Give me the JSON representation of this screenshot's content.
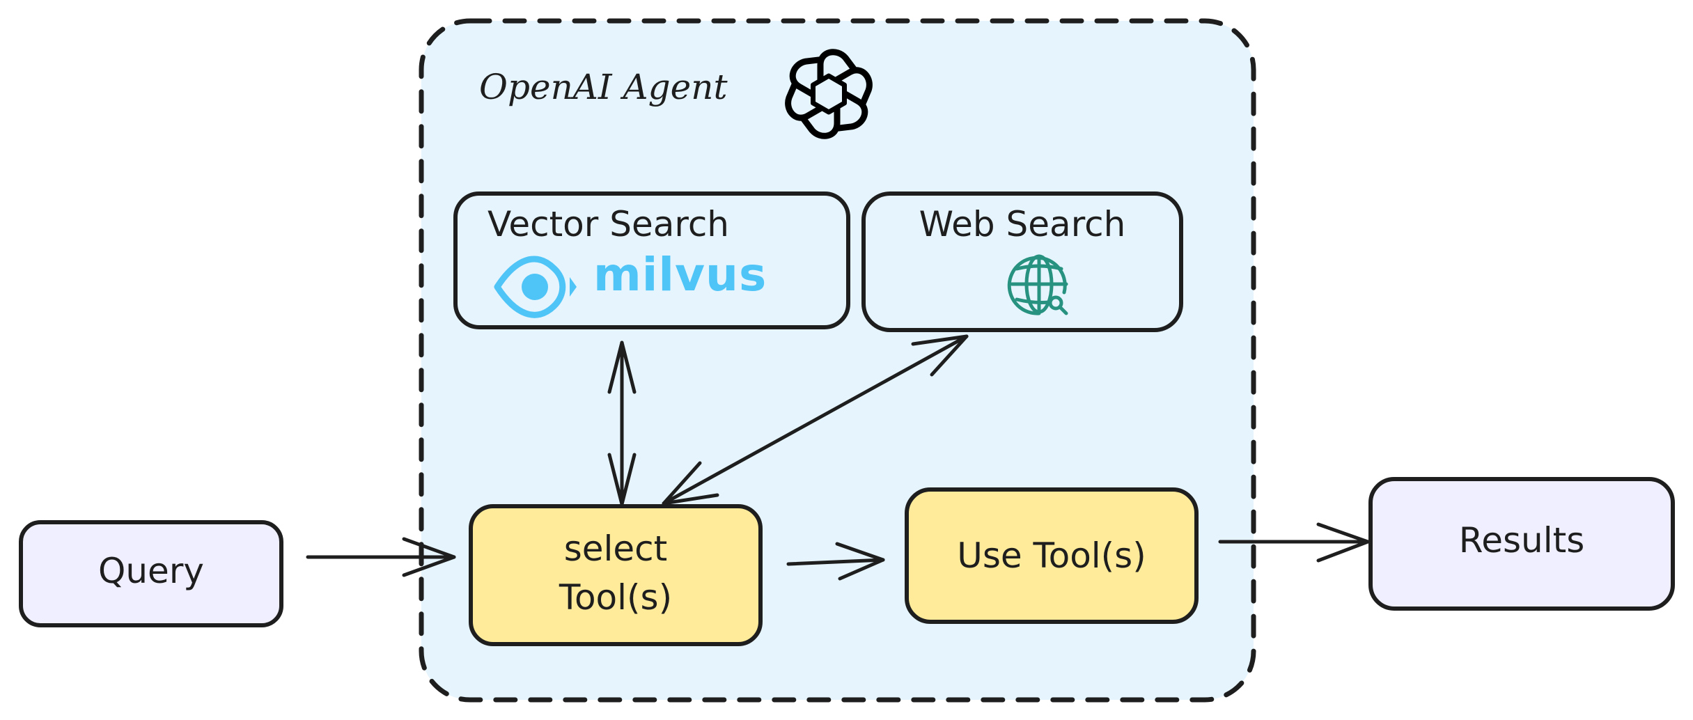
{
  "diagram": {
    "title": "OpenAI Agent",
    "container": {
      "label": "OpenAI Agent",
      "style": "dashed",
      "fill": "#e5f4fd"
    },
    "nodes": {
      "query": {
        "label": "Query",
        "fill": "#efefff"
      },
      "vector_search": {
        "label": "Vector Search",
        "logo_text": "milvus",
        "logo_color": "#4fc4f7",
        "fill": "#e5f4fd"
      },
      "web_search": {
        "label": "Web Search",
        "icon": "globe-search-icon",
        "icon_color": "#289280",
        "fill": "#e5f4fd"
      },
      "select_tools": {
        "label_line1": "select",
        "label_line2": "Tool(s)",
        "fill": "#ffeb99"
      },
      "use_tools": {
        "label": "Use Tool(s)",
        "fill": "#ffeb99"
      },
      "results": {
        "label": "Results",
        "fill": "#efefff"
      }
    },
    "edges": [
      {
        "from": "query",
        "to": "select_tools",
        "direction": "forward"
      },
      {
        "from": "select_tools",
        "to": "vector_search",
        "direction": "both"
      },
      {
        "from": "select_tools",
        "to": "web_search",
        "direction": "both"
      },
      {
        "from": "select_tools",
        "to": "use_tools",
        "direction": "forward"
      },
      {
        "from": "use_tools",
        "to": "results",
        "direction": "forward"
      }
    ],
    "icons": {
      "openai": "openai-logo-icon",
      "milvus": "milvus-eye-icon",
      "web": "globe-search-icon"
    },
    "colors": {
      "stroke": "#1e1e1e",
      "container_fill": "#e5f4fd",
      "tool_fill": "#ffeb99",
      "io_fill": "#efefff"
    }
  }
}
